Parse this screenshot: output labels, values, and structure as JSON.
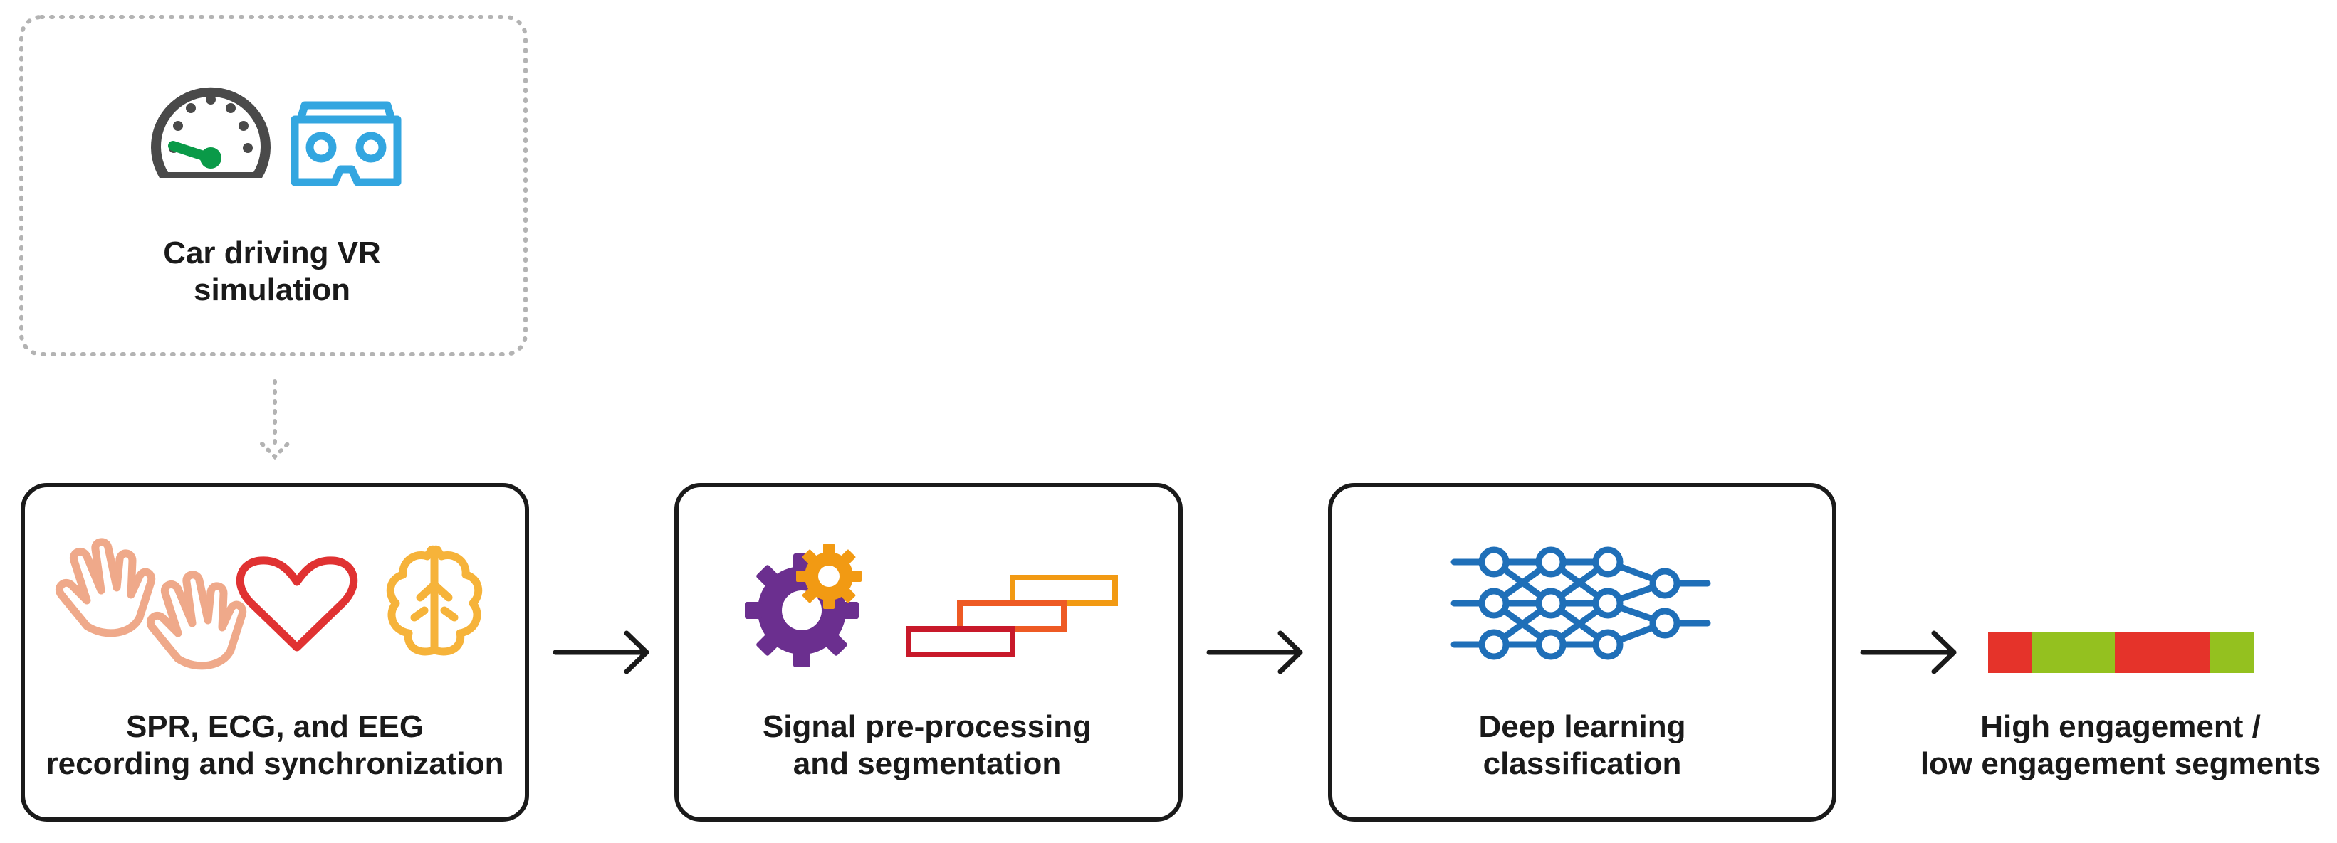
{
  "sim_box": {
    "line1": "Car driving VR",
    "line2": "simulation",
    "icons": [
      "speedometer-icon",
      "vr-headset-icon"
    ]
  },
  "steps": [
    {
      "line1": "SPR, ECG, and EEG",
      "line2": "recording and synchronization",
      "icons": [
        "hands-icon",
        "heart-icon",
        "brain-icon"
      ]
    },
    {
      "line1": "Signal pre-processing",
      "line2": "and segmentation",
      "icons": [
        "gears-icon",
        "segments-icon"
      ]
    },
    {
      "line1": "Deep learning",
      "line2": "classification",
      "icons": [
        "neural-network-icon"
      ]
    }
  ],
  "output": {
    "line1": "High engagement /",
    "line2": "low engagement segments",
    "icons": [
      "engagement-bar-icon"
    ]
  },
  "colors": {
    "border": "#1a1a1a",
    "dotted": "#b3b3b3",
    "speedometer": "#4a4a4a",
    "needle": "#0a9a48",
    "vr": "#33a6e0",
    "hands": "#efa98a",
    "heart": "#e03232",
    "brain": "#f6b33a",
    "gear_purple": "#6b2f8f",
    "gear_orange": "#f29a13",
    "seg_red": "#c8192a",
    "seg_orange": "#ee5a24",
    "seg_amber": "#f29a13",
    "network": "#1f6fb8",
    "eng_red": "#e5332a",
    "eng_green": "#94c11f"
  }
}
